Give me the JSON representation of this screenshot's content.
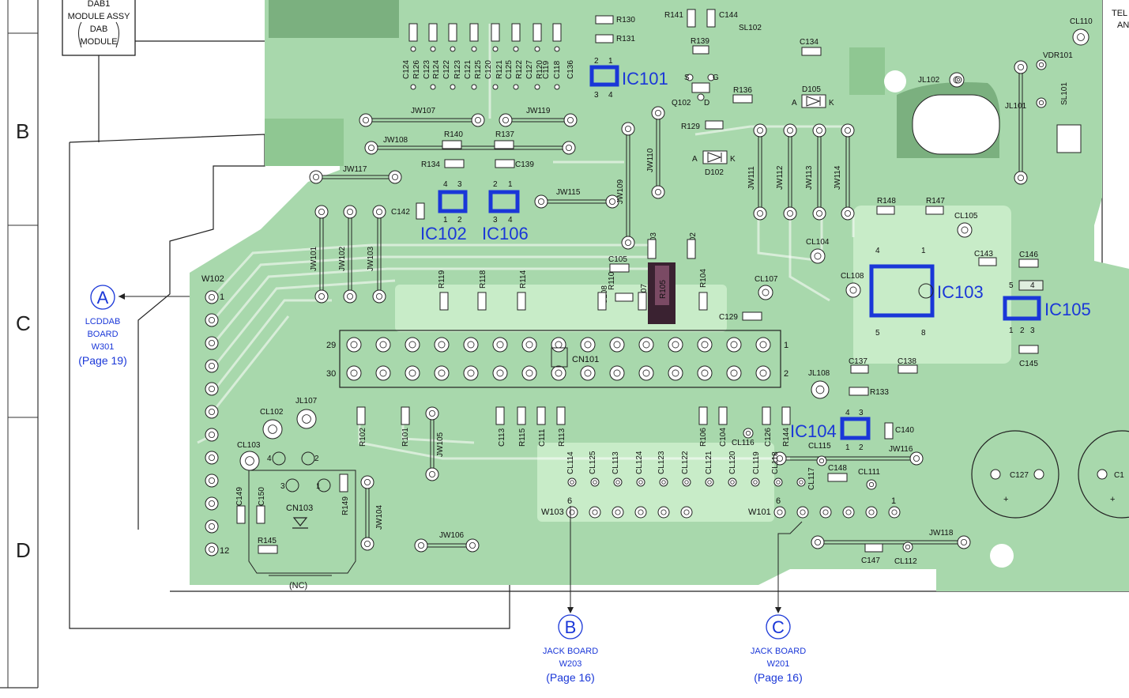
{
  "row_labels": [
    "B",
    "C",
    "D"
  ],
  "dab_module": {
    "line1": "DAB1",
    "line2": "MODULE ASSY",
    "line3": "DAB",
    "line4": "MODULE"
  },
  "top_right_text": {
    "line1": "TEL",
    "line2": "AN"
  },
  "ic_labels": {
    "ic101": "IC101",
    "ic102": "IC102",
    "ic106": "IC106",
    "ic103": "IC103",
    "ic104": "IC104",
    "ic105": "IC105"
  },
  "refs": {
    "lcddab": {
      "letter": "A",
      "line1": "LCDDAB",
      "line2": "BOARD",
      "line3": "W301",
      "page": "(Page 19)"
    },
    "jack_b": {
      "letter": "B",
      "line1": "JACK BOARD",
      "line2": "W203",
      "page": "(Page 16)"
    },
    "jack_c": {
      "letter": "C",
      "line1": "JACK BOARD",
      "line2": "W201",
      "page": "(Page 16)"
    }
  },
  "connector": {
    "name": "CN101",
    "pin29": "29",
    "pin30": "30",
    "pin1": "1",
    "pin2": "2"
  },
  "w102": {
    "name": "W102",
    "pin1": "1",
    "pin12": "12"
  },
  "cn103": {
    "name": "CN103",
    "nc": "(NC)"
  },
  "w103": {
    "name": "W103",
    "pin6": "6"
  },
  "w101": {
    "name": "W101",
    "pin6": "6",
    "pin1": "1"
  },
  "ic_pins": {
    "ic101": [
      "2",
      "1",
      "3",
      "4"
    ],
    "ic102": [
      "4",
      "3",
      "1",
      "2"
    ],
    "ic106": [
      "2",
      "1",
      "3",
      "4"
    ],
    "ic103": [
      "4",
      "1",
      "5",
      "8"
    ],
    "ic104": [
      "4",
      "3",
      "1",
      "2"
    ],
    "ic105": [
      "5",
      "4",
      "1",
      "2",
      "3"
    ],
    "cn103": [
      "4",
      "2",
      "3",
      "1"
    ]
  },
  "diode_pins": {
    "d105_a": "A",
    "d105_k": "K",
    "d102_a": "A",
    "d102_k": "K",
    "q102_s": "S",
    "q102_g": "G",
    "q102_d": "D"
  },
  "components": {
    "c_top": [
      "C124",
      "C123",
      "C122",
      "C121",
      "C120",
      "C125",
      "C127",
      "C119",
      "C118",
      "C136"
    ],
    "r_top": [
      "R126",
      "R124",
      "R123",
      "R125",
      "R121",
      "R122",
      "R120"
    ],
    "misc": [
      "R130",
      "R131",
      "R141",
      "C144",
      "R139",
      "SL102",
      "C134",
      "CL110",
      "VDR101",
      "JL102",
      "R136",
      "D105",
      "Q102",
      "JL101",
      "SL101",
      "JW107",
      "JW119",
      "R129",
      "R140",
      "R137",
      "JW108",
      "R134",
      "C139",
      "JW117",
      "D102",
      "JW110",
      "JW109",
      "JW111",
      "JW112",
      "JW113",
      "JW114",
      "JW115",
      "C142",
      "R148",
      "R147",
      "CL105",
      "CL104",
      "JW101",
      "JW102",
      "JW103",
      "C103",
      "C102",
      "C105",
      "C143",
      "C146",
      "CL108",
      "R119",
      "R118",
      "R114",
      "C108",
      "R110",
      "R107",
      "R105",
      "R104",
      "CL107",
      "C129",
      "C137",
      "C138",
      "C145",
      "JL108",
      "R133",
      "C140",
      "JL107",
      "CL102",
      "CL103",
      "R102",
      "R101",
      "JW105",
      "C113",
      "R115",
      "C111",
      "R113",
      "R106",
      "C104",
      "CL116",
      "C126",
      "R144",
      "CL115",
      "JW116",
      "C127",
      "C1",
      "C149",
      "C150",
      "R149",
      "JW104",
      "R145",
      "JW106",
      "CL114",
      "CL125",
      "CL113",
      "CL124",
      "CL123",
      "CL122",
      "CL121",
      "CL120",
      "CL119",
      "CL118",
      "CL117",
      "C148",
      "CL111",
      "JW118",
      "C147",
      "CL112"
    ]
  }
}
